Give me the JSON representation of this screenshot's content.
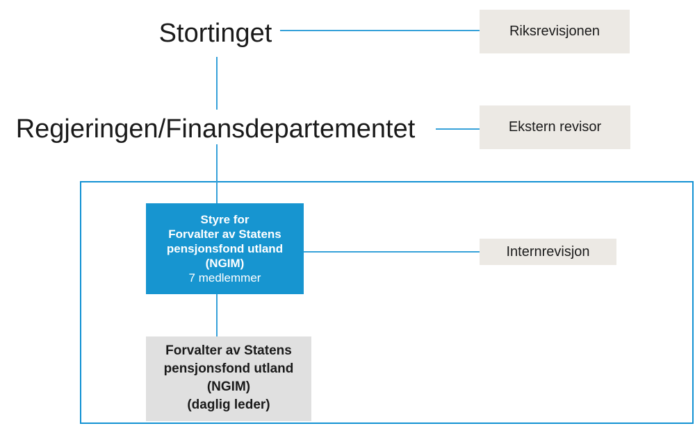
{
  "diagram": {
    "title": "Governance structure organisation chart",
    "nodes": {
      "stortinget": {
        "label": "Stortinget"
      },
      "riksrevisjonen": {
        "label": "Riksrevisjonen"
      },
      "regjeringen": {
        "label": "Regjeringen/Finansdepartementet"
      },
      "ekstern_revisor": {
        "label": "Ekstern revisor"
      },
      "styre": {
        "lines": [
          "Styre for",
          "Forvalter av Statens",
          "pensjonsfond utland",
          "(NGIM)"
        ],
        "subline": "7 medlemmer"
      },
      "internrevisjon": {
        "label": "Internrevisjon"
      },
      "forvalter": {
        "lines": [
          "Forvalter av Statens",
          "pensjonsfond utland",
          "(NGIM)",
          "(daglig leder)"
        ]
      }
    },
    "colors": {
      "node_blue": "#1795d0",
      "connector_blue": "#35a1d9",
      "boundary_border_blue": "#1191d3",
      "label_box_beige": "#ece9e4",
      "node_gray": "#e0e0e0",
      "text_dark": "#1a1a1a",
      "text_white": "#ffffff"
    }
  }
}
